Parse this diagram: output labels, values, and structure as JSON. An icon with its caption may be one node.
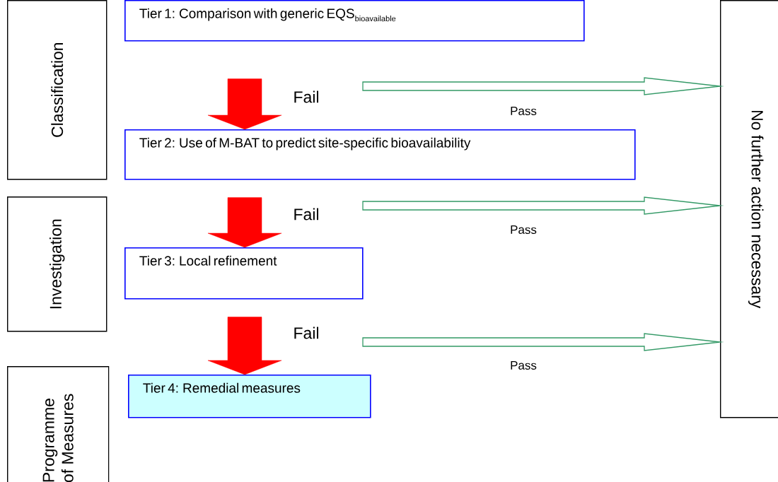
{
  "diagram": {
    "nodes": [
      {
        "text": [
          "Classification"
        ]
      },
      {
        "text": [
          "\\text{Tier 1: Comparison with generic EQS}_{\\text{bioavailable}}"
        ]
      },
      {
        "text": [
          "Tier 2: Use of M-BAT to predict site-specific bioavailability"
        ]
      },
      {
        "text": [
          "Investigation"
        ]
      },
      {
        "text": [
          "Tier 3: Local refinement"
        ]
      },
      {
        "text": [
          "Programme of Measures"
        ]
      },
      {
        "text": [
          "Tier 4: Remedial measures"
        ]
      },
      {
        "text": [
          "No further action necessary"
        ]
      }
    ],
    "edges": [
      {
        "from": 1,
        "to": 2,
        "arrow": "to",
        "label": "Fail",
        "color": "#ff0000"
      },
      {
        "from": null,
        "to": 7,
        "arrow": "to",
        "label": "Pass",
        "color": "#339966"
      },
      {
        "from": 2,
        "to": 4,
        "arrow": "to",
        "label": "Fail",
        "color": "#ff0000"
      },
      {
        "from": null,
        "to": 7,
        "arrow": "to",
        "label": "Pass",
        "color": "#339966"
      },
      {
        "from": 4,
        "to": 6,
        "arrow": "to",
        "label": "Fail",
        "color": "#ff0000"
      },
      {
        "from": null,
        "to": 7,
        "arrow": "to",
        "label": "Pass",
        "color": "#339966"
      }
    ]
  }
}
